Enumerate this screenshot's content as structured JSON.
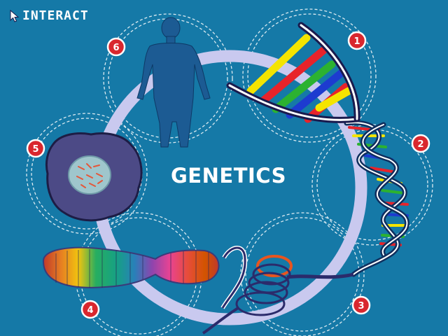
{
  "header": {
    "label": "INTERACT",
    "icon": "arrow-cursor-icon"
  },
  "title": "GENETICS",
  "badges": [
    "1",
    "2",
    "3",
    "4",
    "5",
    "6"
  ],
  "colors": {
    "background": "#1579a7",
    "ring": "#c9c9ef",
    "badge": "#d9272e",
    "silhouette": "#1c5b93",
    "cell": "#4c4a86",
    "dna_red": "#e8232a",
    "dna_yellow": "#f4e400",
    "dna_green": "#2cb230",
    "dna_blue": "#1d3bd0"
  }
}
